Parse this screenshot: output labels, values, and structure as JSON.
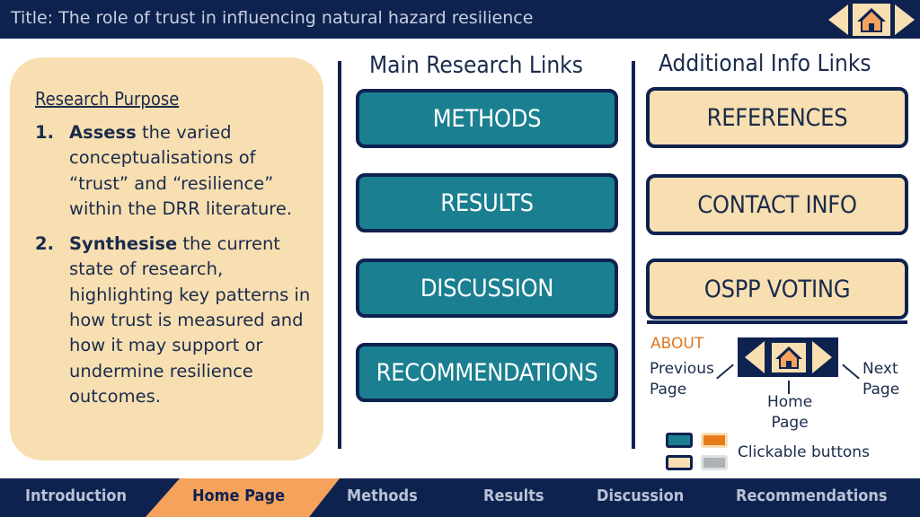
{
  "header": {
    "title": "Title: The role of trust in influencing natural hazard resilience",
    "nav_icons": [
      "previous-arrow-icon",
      "home-icon",
      "next-arrow-icon"
    ]
  },
  "purpose": {
    "heading": "Research Purpose",
    "items": [
      {
        "num": "1.",
        "verb": "Assess",
        "text": " the varied conceptualisations of “trust” and “resilience” within the DRR literature."
      },
      {
        "num": "2.",
        "verb": "Synthesise",
        "text": " the current state of research, highlighting key patterns in how trust is measured and how it may support or undermine resilience outcomes."
      }
    ]
  },
  "main_links": {
    "heading": "Main Research Links",
    "buttons": [
      "METHODS",
      "RESULTS",
      "DISCUSSION",
      "RECOMMENDATIONS"
    ]
  },
  "additional_links": {
    "heading": "Additional Info Links",
    "buttons": [
      "REFERENCES",
      "CONTACT INFO",
      "OSPP VOTING"
    ]
  },
  "about": {
    "label": "ABOUT",
    "previous_line1": "Previous",
    "previous_line2": "Page",
    "next_line1": "Next",
    "next_line2": "Page",
    "home_line1": "Home",
    "home_line2": "Page",
    "clickable": "Clickable buttons"
  },
  "footer": {
    "tabs": [
      "Introduction",
      "Home Page",
      "Methods",
      "Results",
      "Discussion",
      "Recommendations"
    ],
    "active": "Home Page"
  },
  "colors": {
    "navy": "#0e2250",
    "teal": "#1a7f90",
    "beige": "#f8dfb1",
    "orange": "#e87c1a",
    "active_tab": "#f5a35c"
  }
}
